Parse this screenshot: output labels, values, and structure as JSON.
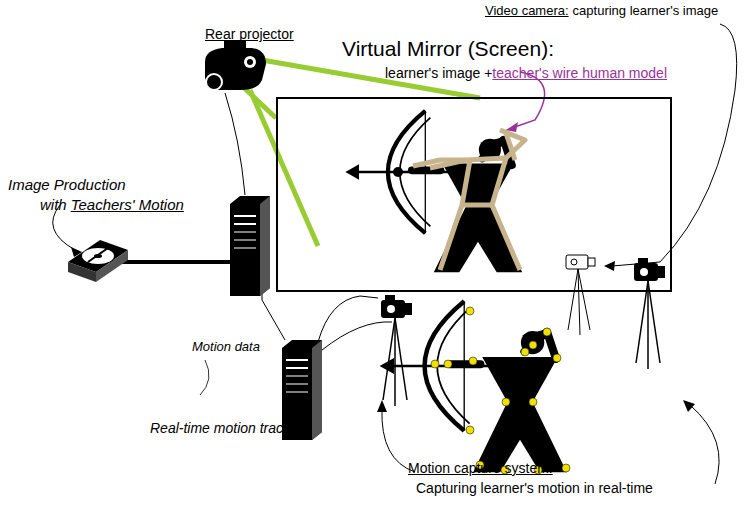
{
  "diagram": {
    "nodes": [
      {
        "text": [
          "Virtual Mirror (Screen):",
          "learner's image + ",
          "teacher's wire human model"
        ]
      }
    ],
    "labels": [
      "Rear projector",
      "Video camera:",
      "capturing learner's image",
      "Image Production",
      "with",
      "Teachers' Motion",
      "Motion data",
      "Real-time motion tracking",
      "Motion capture system:",
      "Capturing learner's motion in real-time"
    ]
  }
}
